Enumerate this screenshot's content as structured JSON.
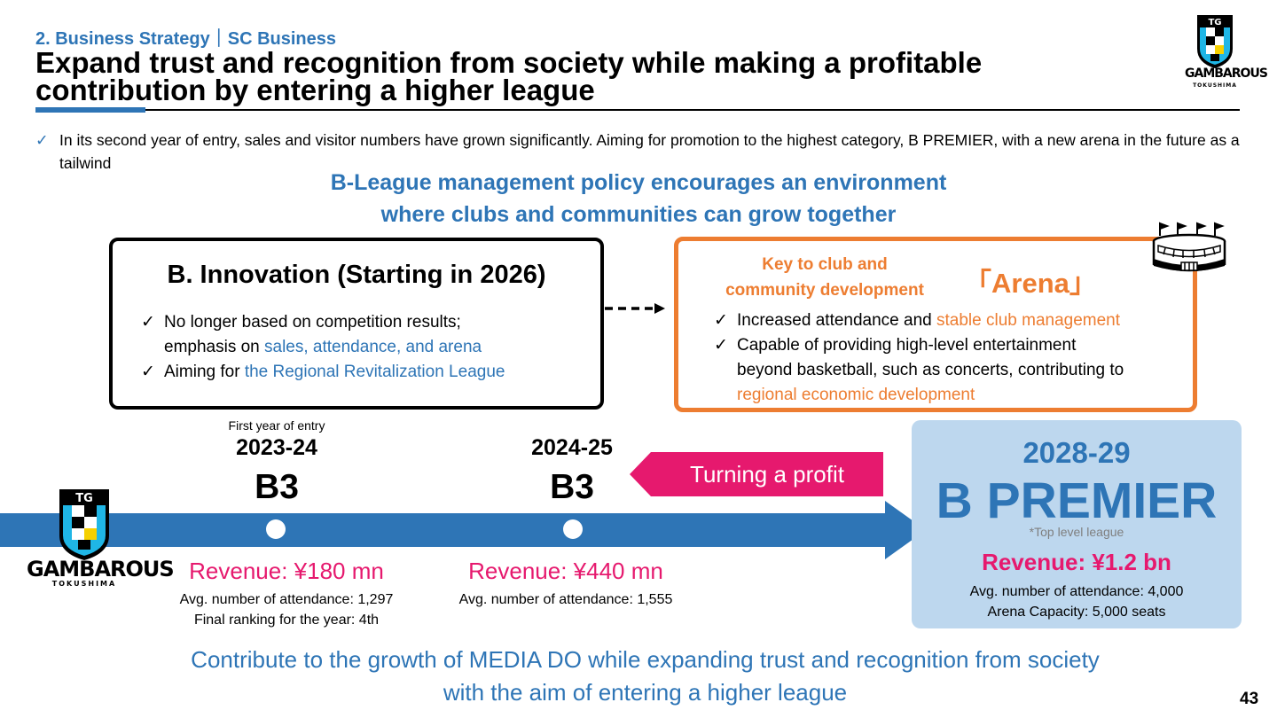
{
  "header": {
    "section": "2. Business Strategy｜SC Business",
    "title_line1": "Expand trust and recognition from society while making a profitable",
    "title_line2": "contribution by entering a higher league"
  },
  "logo": {
    "initials": "TG",
    "name": "GAMBAROUS",
    "sub": "TOKUSHIMA"
  },
  "bullet": "In its second year of entry, sales and visitor numbers have grown significantly. Aiming for promotion to the highest category, B PREMIER, with a new arena in the future as a tailwind",
  "policy": {
    "line1": "B-League management policy encourages an environment",
    "line2": "where clubs and communities can grow together"
  },
  "innovation": {
    "title": "B. Innovation (Starting in 2026)",
    "item1_pre": "No longer based on competition results;",
    "item1_line2_pre": "emphasis on ",
    "item1_highlight": "sales, attendance, and arena",
    "item2_pre": "Aiming for ",
    "item2_highlight": "the Regional Revitalization League"
  },
  "arena": {
    "key_line1": "Key to club and",
    "key_line2": "community development",
    "title": "「Arena」",
    "item1_pre": "Increased attendance and ",
    "item1_highlight": "stable club management",
    "item2_line1": "Capable of providing high-level entertainment",
    "item2_line2": "beyond basketball, such as concerts, contributing to",
    "item2_highlight": "regional economic development"
  },
  "timeline": {
    "season1": {
      "note": "First year of entry",
      "year": "2023-24",
      "league": "B3",
      "revenue": "Revenue: ¥180 mn",
      "attendance": "Avg. number of attendance: 1,297",
      "ranking": "Final ranking for the year: 4th"
    },
    "season2": {
      "year": "2024-25",
      "league": "B3",
      "revenue": "Revenue: ¥440 mn",
      "attendance": "Avg. number of attendance: 1,555"
    },
    "profit_tag": "Turning a profit",
    "target": {
      "year": "2028-29",
      "league": "B PREMIER",
      "note": "*Top level league",
      "revenue": "Revenue: ¥1.2 bn",
      "attendance": "Avg. number of attendance: 4,000",
      "capacity": "Arena Capacity: 5,000 seats"
    }
  },
  "footer": {
    "line1": "Contribute to the growth of MEDIA DO while expanding trust and recognition from society",
    "line2": "with the aim of entering a higher league"
  },
  "page_number": "43",
  "colors": {
    "accent_blue": "#2e75b6",
    "orange": "#ed7d31",
    "pink": "#e6196e",
    "light_blue": "#bdd7ee",
    "logo_cyan": "#1fb6e6",
    "logo_yellow": "#f5d000"
  }
}
